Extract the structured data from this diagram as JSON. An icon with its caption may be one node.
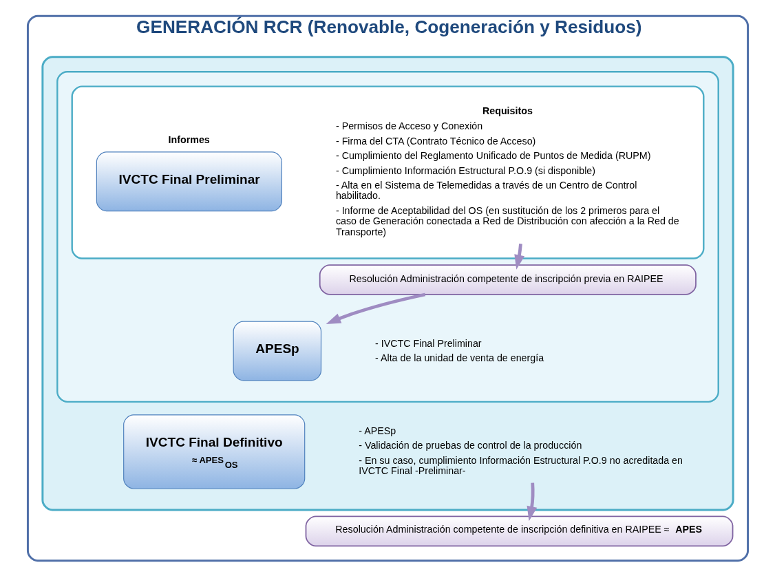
{
  "diagram": {
    "nodes": [
      {
        "text": [
          "GENERACIÓN RCR (Renovable, Cogeneración y Residuos)"
        ]
      },
      {
        "text": [],
        "shape": "box",
        "in": 0
      },
      {
        "text": [],
        "shape": "box",
        "in": 1
      },
      {
        "text": [],
        "shape": "box",
        "in": 2
      },
      {
        "text": [
          "IVCTC Final Preliminar"
        ],
        "beside": [
          "Informes"
        ],
        "in": 3
      },
      {
        "text": [
          "Requisitos",
          "- Permisos de Acceso y Conexión",
          "- Firma del CTA (Contrato Técnico de Acceso)",
          "- Cumplimiento del Reglamento Unificado de Puntos de Medida (RUPM)",
          "- Cumplimiento Información Estructural P.O.9 (si disponible)",
          "- Alta en el Sistema de Telemedidas a través de un Centro de Control habilitado.",
          "- Informe de Aceptabilidad del OS (en sustitución de los 2 primeros para el caso de Generación conectada a Red de Distribución con afección a la Red de Transporte)"
        ],
        "in": 3
      },
      {
        "text": [
          "Resolución Administración competente de inscripción previa en RAIPEE"
        ],
        "in": 2
      },
      {
        "text": [
          "APESp"
        ],
        "in": 2
      },
      {
        "text": [
          "- IVCTC Final Preliminar",
          "- Alta de la unidad de venta de energía"
        ],
        "in": 2
      },
      {
        "text": [
          "IVCTC Final Definitivo",
          "≈ APES$_{OS}$"
        ],
        "in": 1
      },
      {
        "text": [
          "- APESp",
          "- Validación de pruebas de control de la producción",
          "- En su caso, cumplimiento Información Estructural P.O.9 no acreditada en IVCTC Final -Preliminar-"
        ],
        "in": 1
      },
      {
        "text": [
          "Resolución Administración competente de inscripción definitiva en RAIPEE ≈ **APES**"
        ],
        "in": 0
      }
    ],
    "edges": [
      {
        "from": 5,
        "to": 6,
        "arrow": "to"
      },
      {
        "from": 6,
        "to": 7,
        "arrow": "to"
      },
      {
        "from": 10,
        "to": 11,
        "arrow": "to"
      }
    ]
  }
}
